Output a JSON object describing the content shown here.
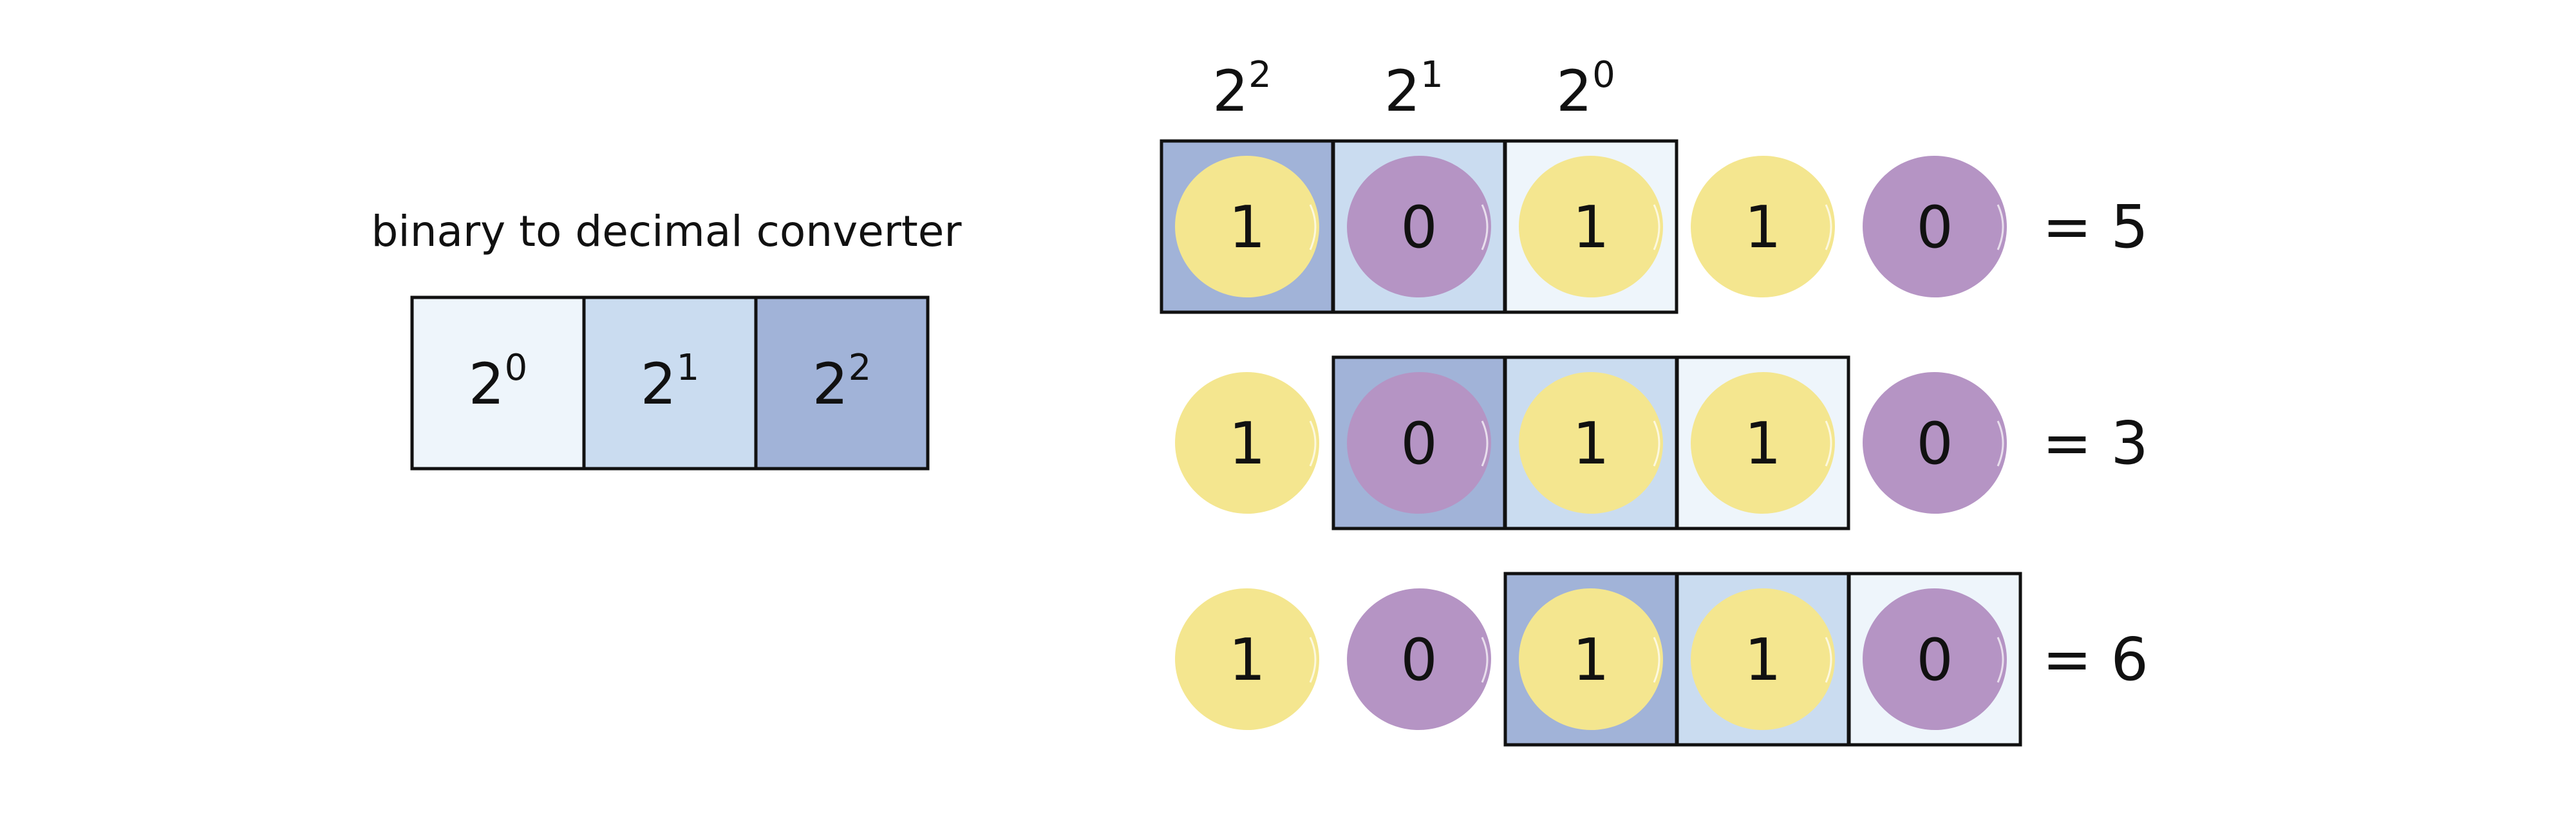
{
  "title": "binary to decimal converter",
  "colors": {
    "place_light": "#eef5fb",
    "place_mid": "#cadcf0",
    "place_dark": "#a1b3d8",
    "bit_one": "#f4e68f",
    "bit_zero": "#b594c4",
    "border": "#111111",
    "text": "#111111"
  },
  "legend": {
    "cells": [
      {
        "base": "2",
        "exp": "0",
        "shade": "place_light"
      },
      {
        "base": "2",
        "exp": "1",
        "shade": "place_mid"
      },
      {
        "base": "2",
        "exp": "2",
        "shade": "place_dark"
      }
    ]
  },
  "header": {
    "labels": [
      {
        "base": "2",
        "exp": "2"
      },
      {
        "base": "2",
        "exp": "1"
      },
      {
        "base": "2",
        "exp": "0"
      }
    ]
  },
  "bits": [
    "1",
    "0",
    "1",
    "1",
    "0"
  ],
  "rows": [
    {
      "window_start": 0,
      "result": "= 5"
    },
    {
      "window_start": 1,
      "result": "= 3"
    },
    {
      "window_start": 2,
      "result": "= 6"
    }
  ]
}
